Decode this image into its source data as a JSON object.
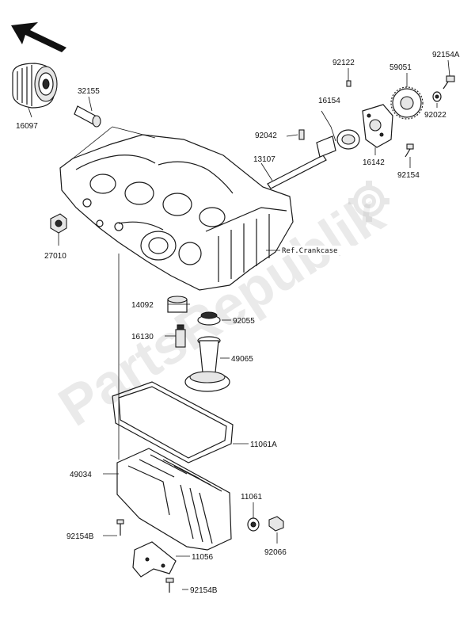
{
  "watermark": "PartsRepublik",
  "reference_label": "Ref.Crankcase",
  "part_labels": {
    "p16097": "16097",
    "p32155": "32155",
    "p27010": "27010",
    "p92122": "92122",
    "p59051": "59051",
    "p92154A_top": "92154A",
    "p16154": "16154",
    "p92042": "92042",
    "p92022": "92022",
    "p16142": "16142",
    "p13107": "13107",
    "p92154": "92154",
    "p14092": "14092",
    "p92055": "92055",
    "p16130": "16130",
    "p49065": "49065",
    "p11061A": "11061A",
    "p49034": "49034",
    "p11061": "11061",
    "p92154B_left": "92154B",
    "p92066": "92066",
    "p11056": "11056",
    "p92154B_bottom": "92154B"
  }
}
